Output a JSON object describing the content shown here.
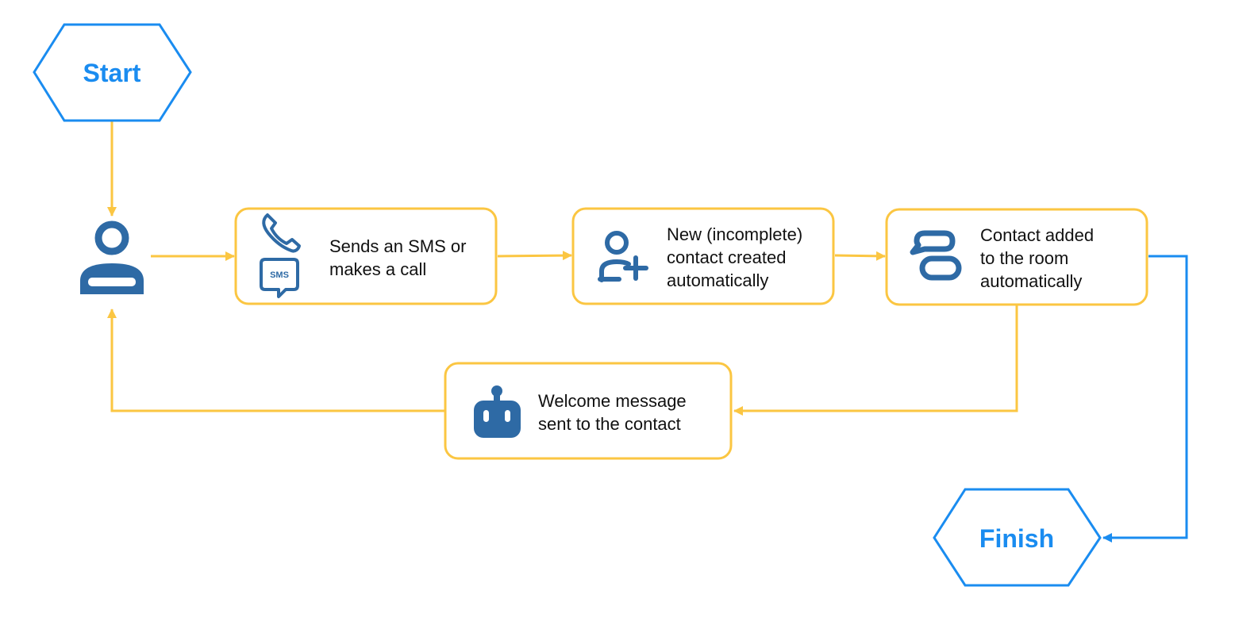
{
  "colors": {
    "accent": "#1a8cf0",
    "flow": "#fbc642",
    "icon": "#2e6aa5",
    "text": "#111111"
  },
  "start": {
    "label": "Start"
  },
  "finish": {
    "label": "Finish"
  },
  "steps": {
    "contact_request": {
      "lines": [
        "Sends an SMS or",
        "makes a call"
      ],
      "sms_label": "SMS"
    },
    "contact_created": {
      "lines": [
        "New (incomplete)",
        "contact created",
        "automatically"
      ]
    },
    "room_added": {
      "lines": [
        "Contact added",
        "to the room",
        "automatically"
      ]
    },
    "welcome_message": {
      "lines": [
        "Welcome message",
        "sent to the contact"
      ]
    }
  },
  "icons": {
    "contact": "person-icon",
    "call": "phone-icon",
    "sms": "sms-bubble-icon",
    "add_contact": "add-person-icon",
    "room": "chat-bubbles-icon",
    "bot": "robot-icon"
  }
}
